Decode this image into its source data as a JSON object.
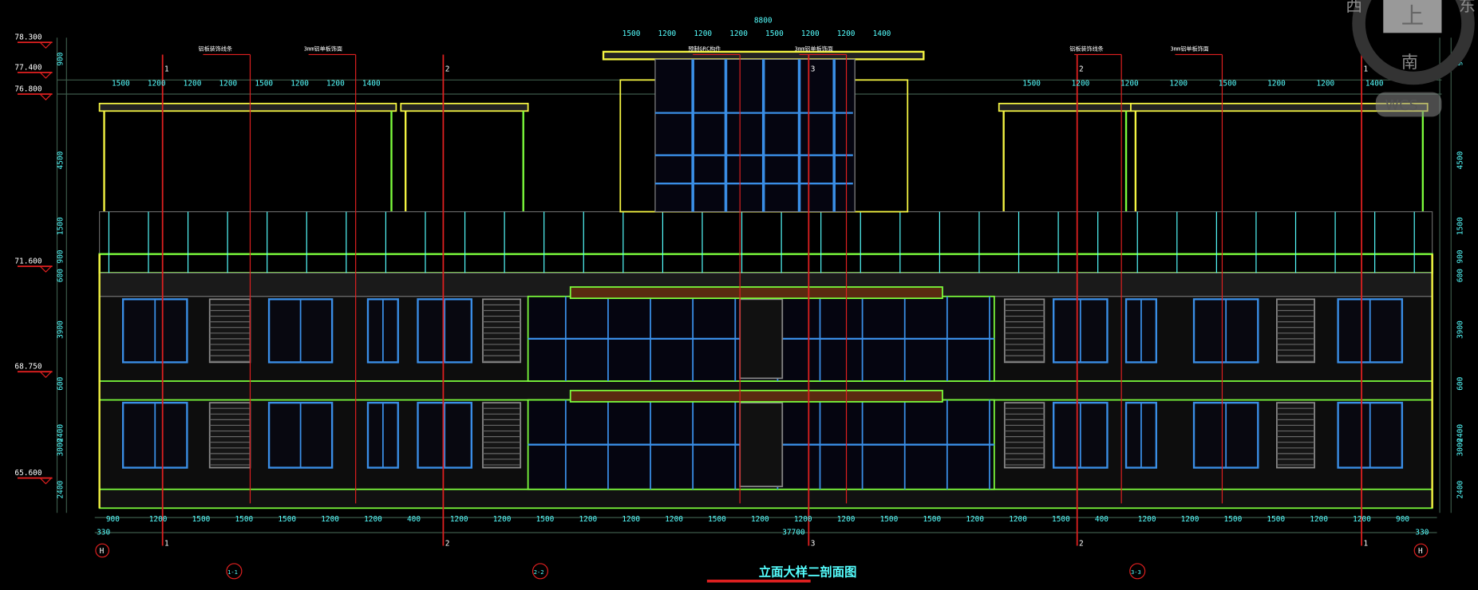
{
  "drawing_title": "立面大样二剖面图",
  "view_cube": {
    "top": "上",
    "west": "西",
    "east": "东",
    "south": "南",
    "wcs": "WCS"
  },
  "elevations": [
    "78.300",
    "77.400",
    "76.800",
    "71.600",
    "68.750",
    "65.600"
  ],
  "axis_labels": [
    "1",
    "2",
    "3",
    "2",
    "1"
  ],
  "end_axis_labels": [
    "H",
    "H"
  ],
  "total_dimension": "37700",
  "end_offsets": [
    "330",
    "330"
  ],
  "top_dimensions": [
    "1500",
    "1200",
    "1200",
    "1200",
    "1500",
    "1200",
    "1200",
    "1400"
  ],
  "tower_dimensions": [
    "1500",
    "1200",
    "1200",
    "1200",
    "1500",
    "1200",
    "1200",
    "1400"
  ],
  "tower_total": "8800",
  "bottom_dimensions": [
    "900",
    "1200",
    "1500",
    "1500",
    "1500",
    "1200",
    "1200",
    "400",
    "1200",
    "1200",
    "1500",
    "1200",
    "1200",
    "1200",
    "1500",
    "1200",
    "1200",
    "1200",
    "1500",
    "1500",
    "1200",
    "1200",
    "1500",
    "400",
    "1200",
    "1200",
    "1500",
    "1500",
    "1200",
    "1200",
    "900"
  ],
  "side_dimensions": [
    "900",
    "4500",
    "1500",
    "900",
    "600",
    "3900",
    "600",
    "2400",
    "3000",
    "2400"
  ],
  "section_markers": [
    "1-1",
    "2-2",
    "3-3"
  ],
  "leader_notes": [
    "铝板装饰线条",
    "3mm铝单板饰面",
    "预制GRC构件",
    "3mm铝单板饰面",
    "铝板装饰线条",
    "3mm铝单板饰面"
  ],
  "colors": {
    "background": "#000000",
    "glass": "#3a8ee6",
    "frame": "#7cfc3c",
    "axis": "#e02020",
    "dim": "#55ffff",
    "parapet": "#f5f542",
    "grid": "#3c5a4a"
  }
}
